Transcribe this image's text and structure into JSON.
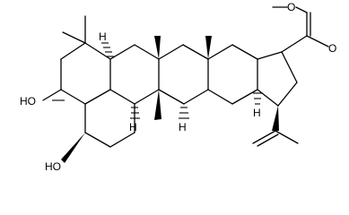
{
  "structure": {
    "labels": {
      "h_c5": "H",
      "h_c9": "H",
      "h_c13": "H",
      "h_c18": "H",
      "o_ester_methyl": "O",
      "o_carbonyl": "O",
      "oh_c3": "HO",
      "oh_c2": "HO"
    }
  }
}
